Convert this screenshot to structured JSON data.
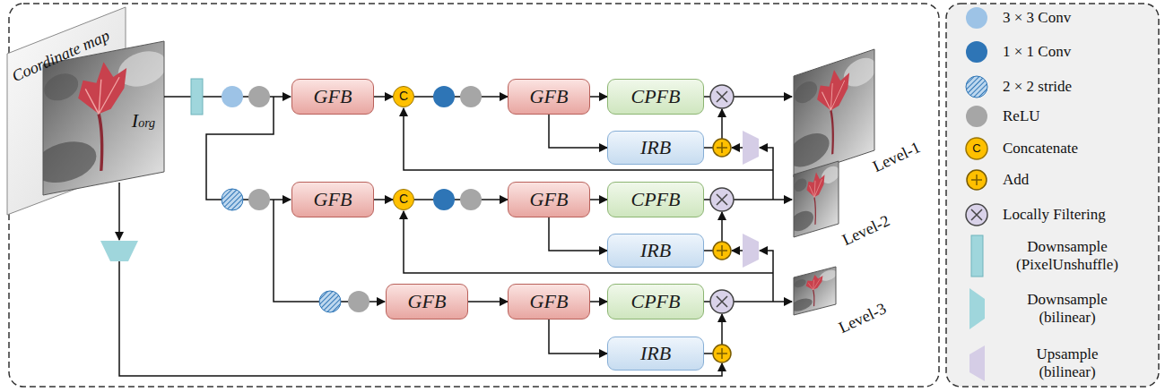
{
  "diagram": {
    "nodes": [
      {
        "text": [
          "GFB"
        ]
      },
      {
        "text": [
          "C"
        ]
      },
      {
        "text": [
          "GFB"
        ]
      },
      {
        "text": [
          "CPFB"
        ]
      },
      {
        "text": [
          "IRB"
        ]
      },
      {
        "text": [
          "GFB"
        ]
      },
      {
        "text": [
          "C"
        ]
      },
      {
        "text": [
          "GFB"
        ]
      },
      {
        "text": [
          "CPFB"
        ]
      },
      {
        "text": [
          "IRB"
        ]
      },
      {
        "text": [
          "GFB"
        ]
      },
      {
        "text": [
          "GFB"
        ]
      },
      {
        "text": [
          "CPFB"
        ]
      },
      {
        "text": [
          "IRB"
        ]
      }
    ],
    "edges": [
      {
        "from": 0,
        "to": 1,
        "arrow": "to"
      },
      {
        "from": 1,
        "to": 2,
        "arrow": "to"
      },
      {
        "from": 2,
        "to": 3,
        "arrow": "to"
      },
      {
        "from": 2,
        "to": 4,
        "arrow": "to"
      },
      {
        "from": 5,
        "to": 6,
        "arrow": "to"
      },
      {
        "from": 6,
        "to": 7,
        "arrow": "to"
      },
      {
        "from": 7,
        "to": 8,
        "arrow": "to"
      },
      {
        "from": 7,
        "to": 9,
        "arrow": "to"
      },
      {
        "from": 10,
        "to": 11,
        "arrow": "to"
      },
      {
        "from": 11,
        "to": 12,
        "arrow": "to"
      },
      {
        "from": 11,
        "to": 13,
        "arrow": "to"
      }
    ],
    "labels": [
      "Coordinate map",
      "Iorg",
      "Level-1",
      "Level-2",
      "Level-3",
      "C"
    ],
    "legend": [
      {
        "text": "3 × 3 Conv",
        "color": "#9dc3e6"
      },
      {
        "text": "1 × 1 Conv",
        "color": "#2e75b6"
      },
      {
        "text": "2 × 2 stride"
      },
      {
        "text": "ReLU",
        "color": "#a6a6a6"
      },
      {
        "text": "Concatenate"
      },
      {
        "text": "Add"
      },
      {
        "text": "Locally Filtering"
      },
      {
        "text": "Downsample (PixelUnshuffle)"
      },
      {
        "text": "Downsample (bilinear)"
      },
      {
        "text": "Upsample (bilinear)"
      }
    ]
  }
}
